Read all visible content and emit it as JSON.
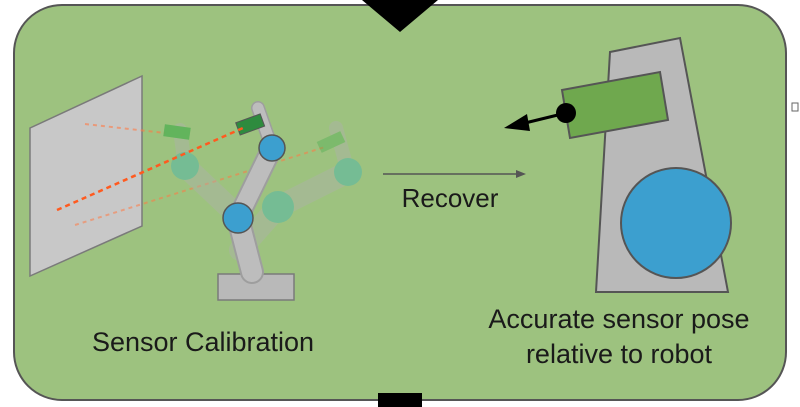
{
  "panel": {
    "background": "#9dc27f",
    "border": "#555555"
  },
  "left": {
    "caption": "Sensor Calibration",
    "robot_colors": {
      "link": "#b9b9b9",
      "joint": "#3c9fcf",
      "sensor": "#6fb04a",
      "board": "#c8c8c8",
      "ray": "#ff5a1f"
    }
  },
  "middle": {
    "label": "Recover"
  },
  "right": {
    "caption_line1": "Accurate sensor pose",
    "caption_line2": "relative to robot",
    "colors": {
      "link": "#b9b9b9",
      "joint": "#3c9fcf",
      "sensor": "#6fa84e"
    }
  }
}
